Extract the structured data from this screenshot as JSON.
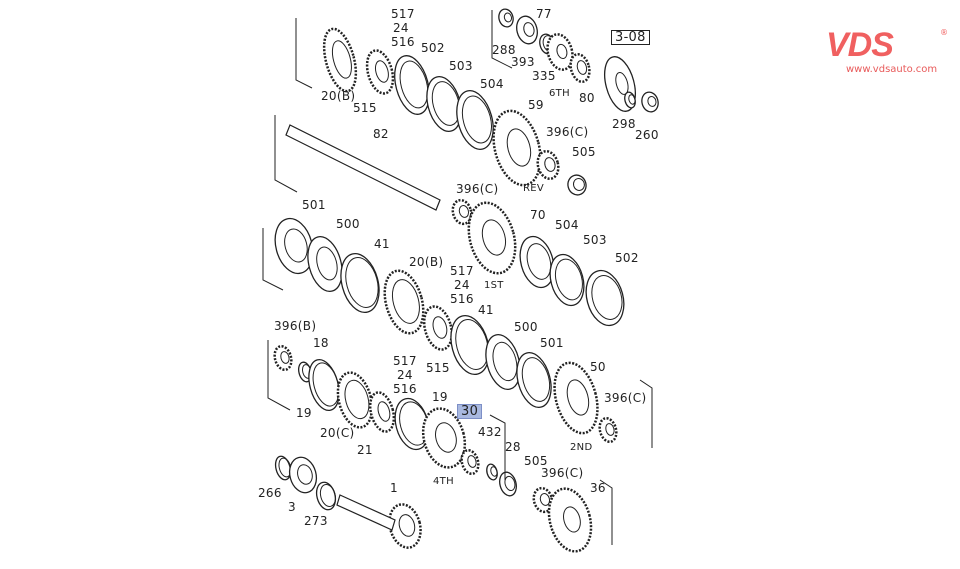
{
  "brand": {
    "logo_text": "VDS",
    "registered": "®",
    "url": "www.vdsauto.com",
    "color": "#f06060"
  },
  "diagram": {
    "highlight_color": "#a9b9e0",
    "group_ref": "3-08",
    "highlighted_part": "30",
    "callouts": [
      "517",
      "24",
      "516",
      "20(B)",
      "515",
      "502",
      "503",
      "504",
      "288",
      "393",
      "77",
      "335",
      "6TH",
      "80",
      "298",
      "260",
      "82",
      "59",
      "396(C)",
      "505",
      "REV",
      "396(C)",
      "70",
      "501",
      "500",
      "41",
      "504",
      "503",
      "502",
      "20(B)",
      "517",
      "24",
      "516",
      "1ST",
      "396(B)",
      "18",
      "41",
      "500",
      "501",
      "515",
      "517",
      "24",
      "516",
      "50",
      "396(C)",
      "19",
      "20(C)",
      "19",
      "21",
      "432",
      "2ND",
      "28",
      "4TH",
      "505",
      "396(C)",
      "36",
      "266",
      "3",
      "273",
      "1"
    ]
  }
}
